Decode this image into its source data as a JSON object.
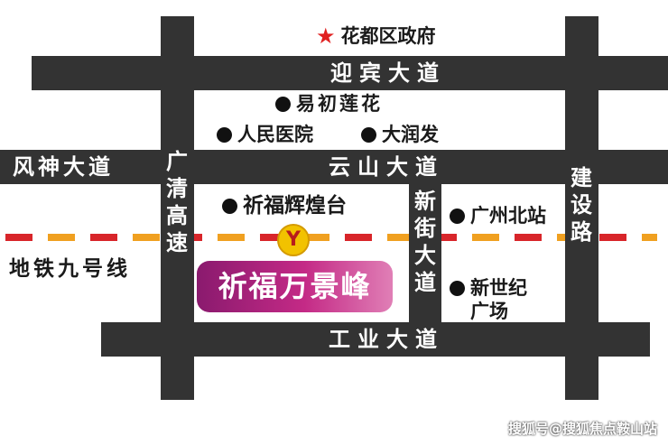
{
  "colors": {
    "road": "#333333",
    "metro_red": "#d8252a",
    "metro_orange": "#f0a020",
    "gov_star": "#e02020",
    "badge_start": "#8a1a6e",
    "badge_end": "#e07fb6"
  },
  "roads": {
    "yingbin": "迎宾大道",
    "fengshen": "风神大道",
    "yunshan": "云山大道",
    "gongye": "工业大道",
    "guangqing_chars": [
      "广",
      "清",
      "高",
      "速"
    ],
    "xinjie_chars": [
      "新",
      "街",
      "大",
      "道"
    ],
    "jianshe_chars": [
      "建",
      "设",
      "路"
    ]
  },
  "metro": {
    "line_label": "地铁九号线",
    "logo_glyph": "Y"
  },
  "pois": {
    "government": "花都区政府",
    "yichu": "易初莲花",
    "hospital": "人民医院",
    "darunfa": "大润发",
    "huihuang": "祈福辉煌台",
    "north_station": "广州北站",
    "new_century_line1": "新世纪",
    "new_century_line2": "广场"
  },
  "project": {
    "name": "祈福万景峰"
  },
  "watermark": "搜狐号@搜狐焦点鞍山站"
}
